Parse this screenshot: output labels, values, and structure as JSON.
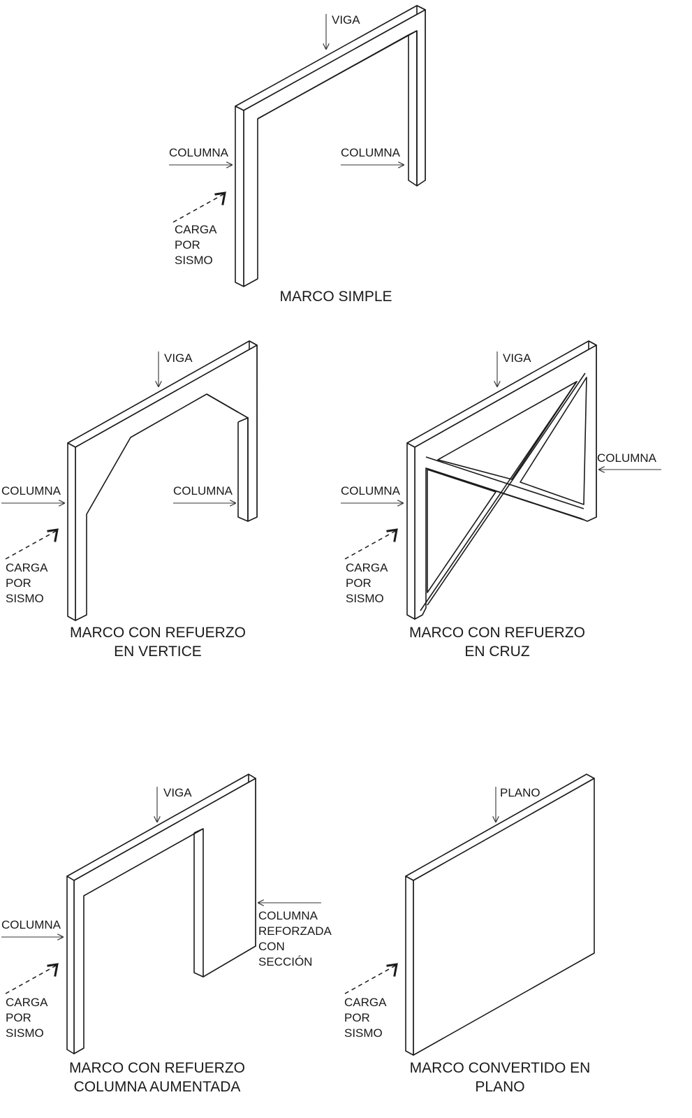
{
  "labels": {
    "viga": "VIGA",
    "columna": "COLUMNA",
    "plano": "PLANO",
    "carga": "CARGA",
    "por": "POR",
    "sismo": "SISMO",
    "columna_reforzada": [
      "COLUMNA",
      "REFORZADA",
      "CON",
      "SECCIÓN"
    ]
  },
  "captions": {
    "marco_simple": "MARCO SIMPLE",
    "refuerzo_vertice": [
      "MARCO CON REFUERZO",
      "EN VERTICE"
    ],
    "refuerzo_cruz": [
      "MARCO CON REFUERZO",
      "EN CRUZ"
    ],
    "columna_aumentada": [
      "MARCO CON REFUERZO",
      "COLUMNA AUMENTADA"
    ],
    "convertido_plano": [
      "MARCO CONVERTIDO EN",
      "PLANO"
    ]
  }
}
